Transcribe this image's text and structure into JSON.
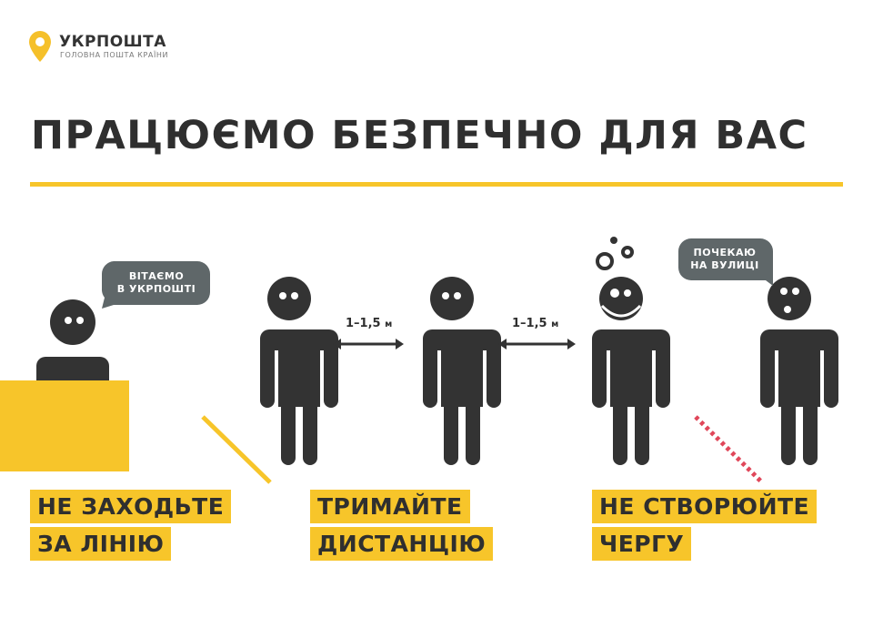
{
  "logo": {
    "name": "УКРПОШТА",
    "tagline": "ГОЛОВНА ПОШТА КРАЇНИ"
  },
  "title": "ПРАЦЮЄМО БЕЗПЕЧНО ДЛЯ ВАС",
  "bubbles": {
    "clerk": [
      "ВІТАЄМО",
      "В УКРПОШТІ"
    ],
    "outside": [
      "ПОЧЕКАЮ",
      "НА ВУЛИЦІ"
    ]
  },
  "distances": [
    {
      "value": "1–1,5",
      "unit": "м"
    },
    {
      "value": "1–1,5",
      "unit": "м"
    }
  ],
  "rules": [
    {
      "line1": "НЕ ЗАХОДЬТЕ",
      "line2": "ЗА ЛІНІЮ"
    },
    {
      "line1": "ТРИМАЙТЕ",
      "line2": "ДИСТАНЦІЮ"
    },
    {
      "line1": "НЕ СТВОРЮЙТЕ",
      "line2": "ЧЕРГУ"
    }
  ],
  "colors": {
    "accent": "#f7c52a",
    "figure": "#333333",
    "bubble": "#5f6769",
    "dotted_line": "#e0475a"
  }
}
